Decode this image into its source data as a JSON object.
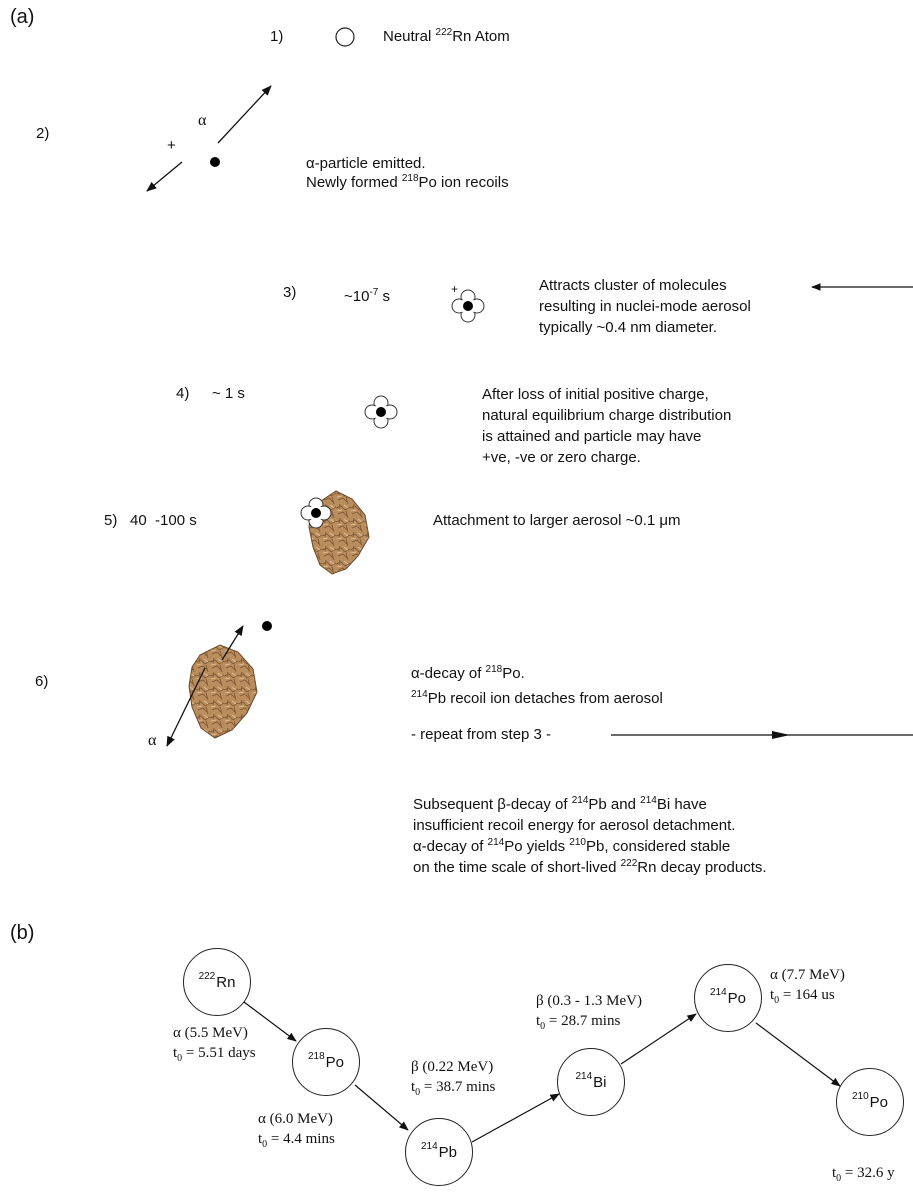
{
  "panel_a": {
    "label": "(a)",
    "step1": {
      "num": "1)",
      "text_pre": "Neutral ",
      "mass": "222",
      "text_post": "Rn Atom"
    },
    "step2": {
      "num": "2)",
      "alpha": "α",
      "plus": "+",
      "line1": "α-particle emitted.",
      "line2_pre": "Newly formed ",
      "line2_mass": "218",
      "line2_post": "Po ion recoils"
    },
    "step3": {
      "num": "3)",
      "time_pre": "~10",
      "time_exp": "-7",
      "time_post": " s",
      "plus": "+",
      "line1": "Attracts cluster of molecules",
      "line2": "resulting in nuclei-mode aerosol",
      "line3": "typically ~0.4 nm diameter."
    },
    "step4": {
      "num": "4)",
      "time": "~ 1 s",
      "line1": "After loss of initial positive charge,",
      "line2": "natural equilibrium charge distribution",
      "line3": "is attained and particle may have",
      "line4": "+ve, -ve or zero charge."
    },
    "step5": {
      "num": "5)",
      "time": "40  -100 s",
      "text": "Attachment to larger aerosol ~0.1 μm"
    },
    "step6": {
      "num": "6)",
      "alpha": "α",
      "line1_pre": "α-decay of ",
      "line1_mass": "218",
      "line1_post": "Po.",
      "line2_mass": "214",
      "line2_post": "Pb recoil ion detaches from aerosol",
      "repeat": "- repeat from step 3 -"
    },
    "note": {
      "l1": [
        "Subsequent β-decay of ",
        "214",
        "Pb and ",
        "214",
        "Bi have"
      ],
      "l2": "insufficient recoil energy for aerosol detachment.",
      "l3": [
        "α-decay of ",
        "214",
        "Po yields ",
        "210",
        "Pb, considered stable"
      ],
      "l4": [
        "on the time scale of short-lived ",
        "222",
        "Rn decay products."
      ]
    }
  },
  "panel_b": {
    "label": "(b)",
    "nodes": [
      {
        "mass": "222",
        "symbol": "Rn"
      },
      {
        "mass": "218",
        "symbol": "Po"
      },
      {
        "mass": "214",
        "symbol": "Pb"
      },
      {
        "mass": "214",
        "symbol": "Bi"
      },
      {
        "mass": "214",
        "symbol": "Po"
      },
      {
        "mass": "210",
        "symbol": "Po"
      }
    ],
    "transitions": [
      {
        "decay": "α (5.5 MeV)",
        "t_pre": "t",
        "t_sub": "0",
        "t_val": " = 5.51 days"
      },
      {
        "decay": "α (6.0 MeV)",
        "t_pre": "t",
        "t_sub": "0",
        "t_val": " = 4.4 mins"
      },
      {
        "decay": "β (0.22 MeV)",
        "t_pre": "t",
        "t_sub": "0",
        "t_val": " = 38.7 mins"
      },
      {
        "decay": "β (0.3 - 1.3 MeV)",
        "t_pre": "t",
        "t_sub": "0",
        "t_val": " = 28.7 mins"
      },
      {
        "decay": "α (7.7 MeV)",
        "t_pre": "t",
        "t_sub": "0",
        "t_val": " = 164 us"
      },
      {
        "decay": "",
        "t_pre": "t",
        "t_sub": "0",
        "t_val": " = 32.6 y"
      }
    ]
  }
}
